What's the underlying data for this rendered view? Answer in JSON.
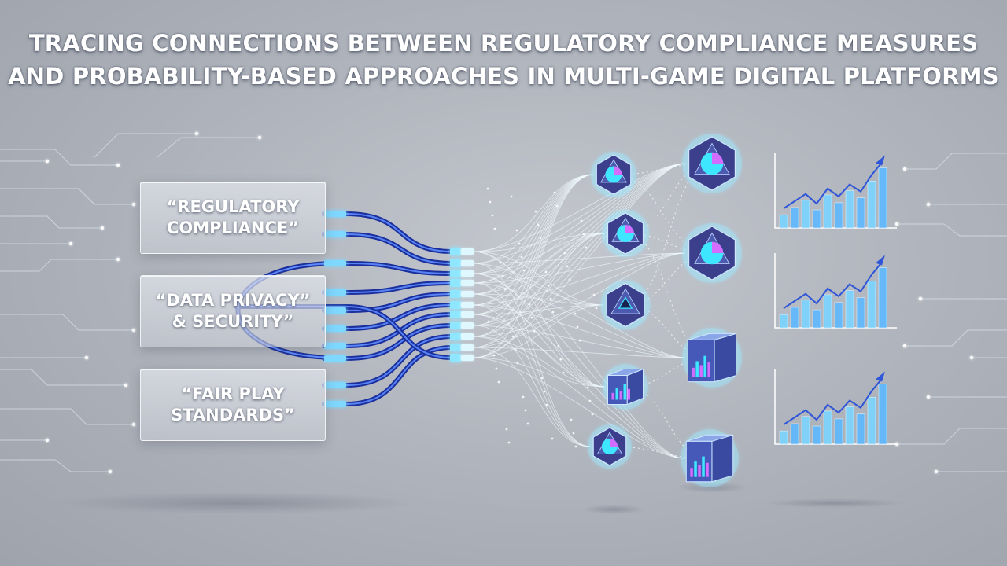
{
  "title": {
    "line1": "TRACING CONNECTIONS BETWEEN REGULATORY COMPLIANCE MEASURES",
    "line2": "AND PROBABILITY-BASED APPROACHES IN MULTI-GAME DIGITAL PLATFORMS"
  },
  "inputs": [
    {
      "line1": "“REGULATORY",
      "line2": "COMPLIANCE”"
    },
    {
      "line1": "“DATA PRIVACY”",
      "line2": "& SECURITY”"
    },
    {
      "line1": "“FAIR PLAY",
      "line2": "STANDARDS”"
    }
  ],
  "nodes": {
    "icons": [
      "d20-die-icon",
      "pie-chart-die-icon",
      "bar-chart-cube-icon",
      "triangle-die-icon"
    ]
  },
  "trend_charts": {
    "icon": "rising-bar-chart-icon",
    "count": 3
  },
  "colors": {
    "background": "#b6bac2",
    "cable_dark": "#1f3fb8",
    "cable_light": "#5a8dff",
    "glow": "#7fd8ff",
    "node_face": "#3b3f8c",
    "accent_cyan": "#3ee6ff",
    "accent_magenta": "#d46cff"
  }
}
